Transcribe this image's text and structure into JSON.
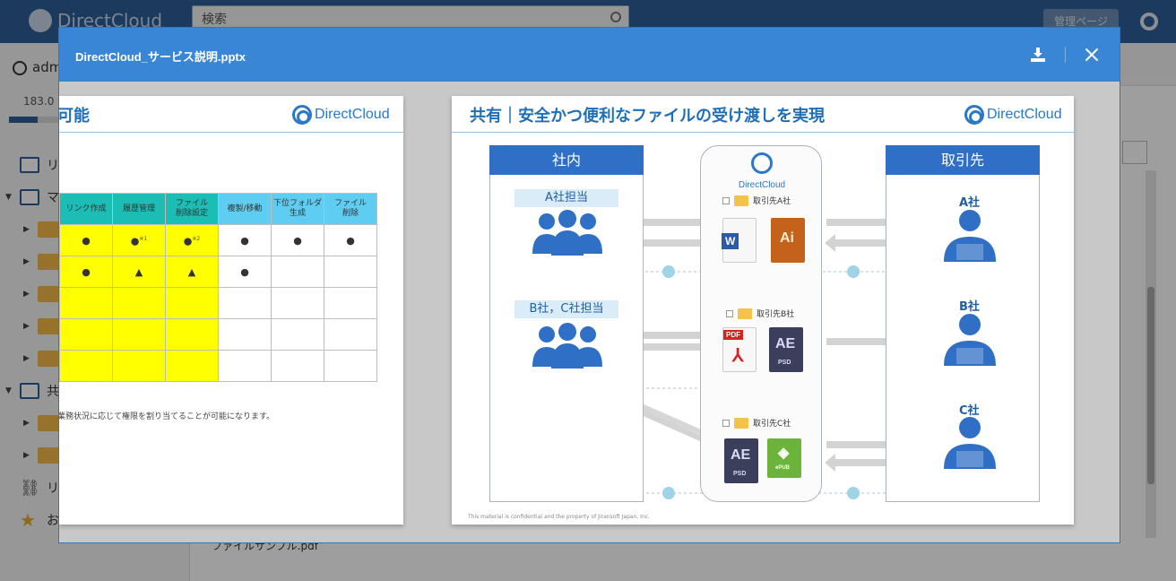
{
  "app": {
    "logo_text": "DirectCloud",
    "search_placeholder": "検索",
    "admin_label": "管理ページ",
    "sidebar_user": "adm",
    "sidebar_usage": "183.0",
    "tree_items": [
      "リ",
      "マ",
      "共",
      "リ",
      "お"
    ],
    "file_row": "ファイルサンプル.pdf"
  },
  "modal": {
    "title": "DirectCloud_サービス説明.pptx"
  },
  "slide1": {
    "title": "可能",
    "logo_text": "DirectCloud",
    "headers": [
      "リンク作成",
      "履歴管理",
      "ファイル\n削除設定",
      "複製/移動",
      "下位フォルダ\n生成",
      "ファイル\n削除"
    ],
    "rows": [
      [
        "●",
        "●",
        "●",
        "●",
        "●",
        "●"
      ],
      [
        "●",
        "▲",
        "▲",
        "●",
        "",
        ""
      ],
      [
        "",
        "",
        "",
        "",
        "",
        ""
      ],
      [
        "",
        "",
        "",
        "",
        "",
        ""
      ],
      [
        "",
        "",
        "",
        "",
        "",
        ""
      ]
    ],
    "sup1": "※1",
    "sup2": "※2",
    "note": "業務状況に応じて権限を割り当てることが可能になります。"
  },
  "slide2": {
    "title": "共有｜安全かつ便利なファイルの受け渡しを実現",
    "logo_text": "DirectCloud",
    "left_header": "社内",
    "right_header": "取引先",
    "group_a": "A社担当",
    "group_bc": "B社，C社担当",
    "mid_logo": "DirectCloud",
    "folder_a": "取引先A社",
    "folder_b": "取引先B社",
    "folder_c": "取引先C社",
    "company_a": "A社",
    "company_b": "B社",
    "company_c": "C社",
    "icon_w": "W",
    "icon_ai": "Ai",
    "icon_pdf": "PDF",
    "icon_ae": "AE",
    "icon_psd": "PSD",
    "icon_epub": "ePUB",
    "footer": "This material is confidential and the property of Jiransoft Japan, Inc."
  },
  "colors": {
    "header_blue": "#3a86d6",
    "slide_blue": "#2f6fc5",
    "accent_yellow": "#ffff00",
    "teal": "#1bbdb4",
    "sky": "#5fcdf2"
  }
}
